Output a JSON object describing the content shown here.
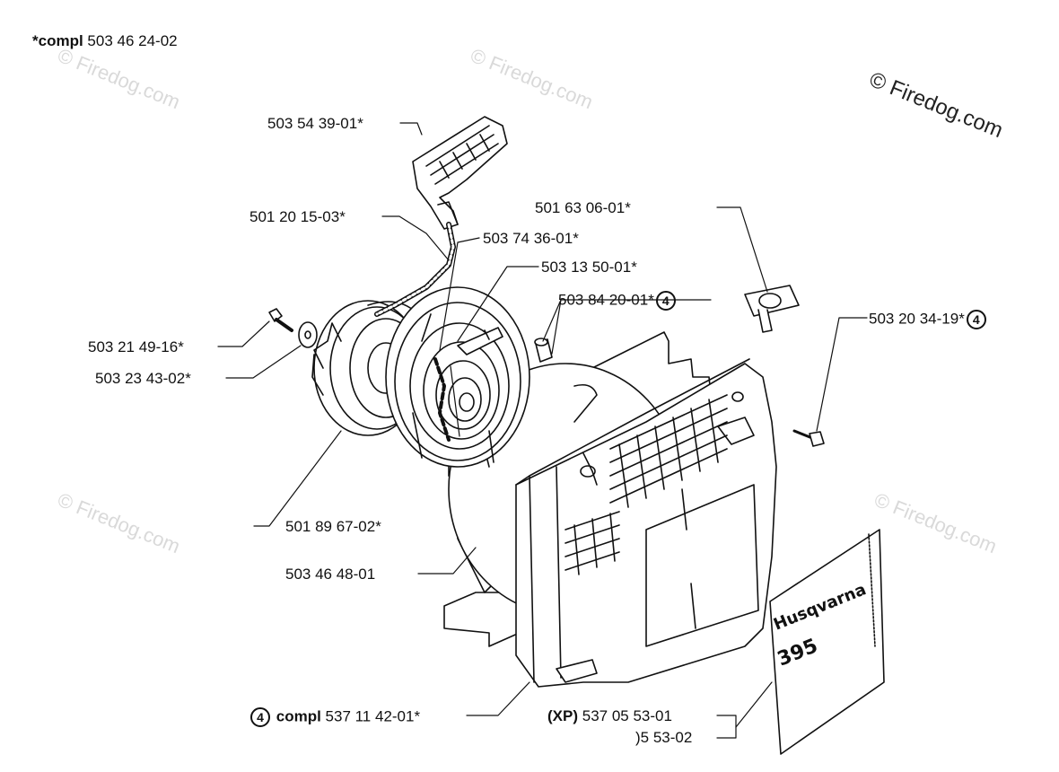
{
  "header": {
    "bold": "*compl",
    "number": "503 46 24-02"
  },
  "copyright": "© Firedog.com",
  "watermark_text": "© Firedog.com",
  "colors": {
    "line": "#111111",
    "watermark": "#d9d9d9"
  },
  "labels": [
    {
      "id": "handle",
      "text": "503 54 39-01*"
    },
    {
      "id": "cord",
      "text": "501 20 15-03*"
    },
    {
      "id": "spring",
      "text": "503 74 36-01*"
    },
    {
      "id": "pawl",
      "text": "503 13 50-01*"
    },
    {
      "id": "grommet",
      "text": "501 63 06-01*"
    },
    {
      "id": "bushing",
      "text": "503 84 20-01*",
      "badge": "4"
    },
    {
      "id": "screw",
      "text": "503 20 34-19*",
      "badge": "4"
    },
    {
      "id": "bolt",
      "text": "503 21 49-16*"
    },
    {
      "id": "washer",
      "text": "503 23 43-02*"
    },
    {
      "id": "pulley",
      "text": "501 89 67-02*"
    },
    {
      "id": "plate",
      "text": "503 46 48-01"
    },
    {
      "id": "cover",
      "badge": "4",
      "bold": "compl",
      "text": "537 11 42-01*"
    },
    {
      "id": "decal-xp",
      "bold": "(XP)",
      "text": "537 05 53-01"
    },
    {
      "id": "decal",
      "text": ")5 53-02"
    }
  ],
  "decal": {
    "brand": "Husqvarna",
    "model": "395"
  }
}
